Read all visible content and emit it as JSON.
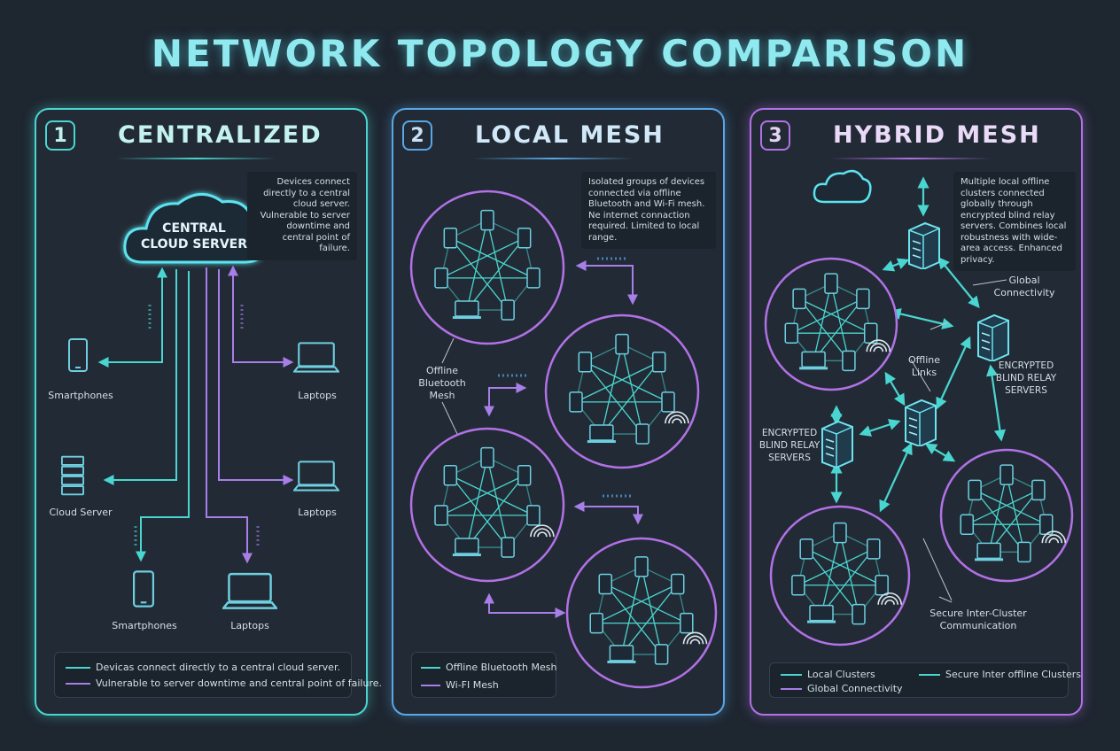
{
  "title": "NETWORK TOPOLOGY COMPARISON",
  "panels": [
    {
      "number": "1",
      "title": "CENTRALIZED",
      "description": "Devices connect directly to a central cloud server. Vulnerable to server downtime and central point of failure.",
      "cloud_label_line1": "CENTRAL",
      "cloud_label_line2": "CLOUD SERVER",
      "labels": [
        "Smartphones",
        "Laptops",
        "Cloud Server",
        "Laptops",
        "Smartphones",
        "Laptops"
      ],
      "legend": [
        "Devicas connect directly to a central cloud server.",
        "Vulnerable to server downtime and central point of failure."
      ]
    },
    {
      "number": "2",
      "title": "LOCAL MESH",
      "description": "Isolated groups of devices connected via offline Bluetooth and Wi-Fi mesh. Ne internet connаction required. Limited to local range.",
      "labels": [
        "Offline\nBluetooth\nMesh"
      ],
      "legend": [
        "Offline Bluetooth Mesh",
        "Wi-FI Mesh"
      ]
    },
    {
      "number": "3",
      "title": "HYBRID MESH",
      "description": "Multiple local offline clusters connected globally through encrypted blind relay servers. Combines local robustness with wide-area access. Enhanced privacy.",
      "labels": [
        "Global\nConnectivity",
        "Offline\nLinks",
        "ENCRYPTED\nBLIND RELAY\nSERVERS",
        "ENCRYPTED\nBLIND RELAY\nSERVERS",
        "Secure Inter-Cluster\nCommunication"
      ],
      "legend": [
        "Local Clusters",
        "Secure Inter offline Clusters",
        "Global Connectivity"
      ]
    }
  ],
  "colors": {
    "background": "#1e2630",
    "cyan": "#49d6d0",
    "blue": "#58a7e6",
    "purple": "#b271e6",
    "device": "#6ecfe0"
  }
}
